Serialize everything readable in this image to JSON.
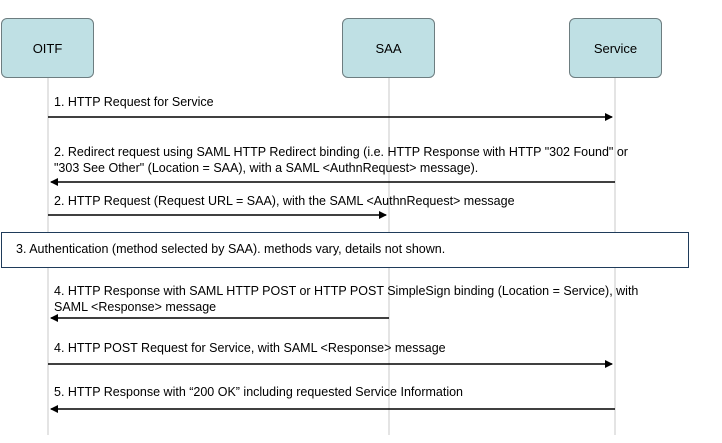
{
  "actors": {
    "oitf": "OITF",
    "saa": "SAA",
    "service": "Service"
  },
  "messages": {
    "m1": "1. HTTP Request for Service",
    "m2_line1": "2. Redirect request using SAML HTTP Redirect binding (i.e. HTTP Response with HTTP \"302 Found\" or",
    "m2_line2": "\"303 See Other\" (Location = SAA), with a SAML <AuthnRequest> message).",
    "m3": "2. HTTP Request (Request URL = SAA), with the SAML <AuthnRequest> message",
    "note": "3. Authentication (method selected by SAA). methods vary, details not shown.",
    "m4_line1": "4. HTTP Response with SAML HTTP POST or HTTP POST SimpleSign binding (Location = Service), with",
    "m4_line2": "SAML <Response> message",
    "m5": "4. HTTP POST Request for Service, with SAML <Response> message",
    "m6": "5. HTTP Response with “200 OK” including requested Service Information"
  },
  "colors": {
    "actor_fill": "#bfe0e4",
    "lifeline": "#c9c9c9",
    "arrow": "#000000",
    "note_border": "#1f3b5a"
  }
}
